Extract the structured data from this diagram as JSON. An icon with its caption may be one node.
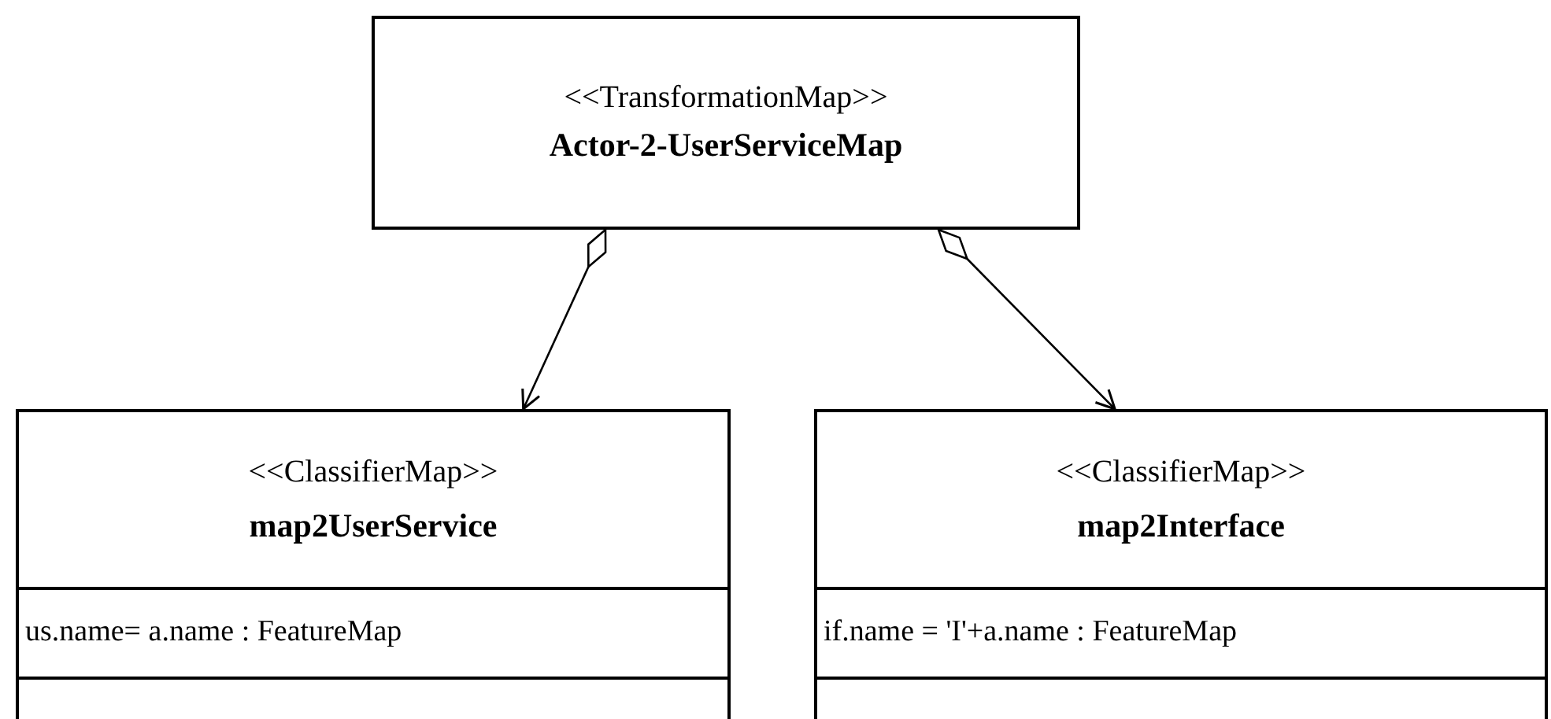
{
  "diagram": {
    "nodes": [
      {
        "text": [
          "<<TransformationMap>>",
          "Actor-2-UserServiceMap"
        ]
      },
      {
        "text": [
          "<<ClassifierMap>>",
          "map2UserService",
          "us.name= a.name : FeatureMap"
        ]
      },
      {
        "text": [
          "<<ClassifierMap>>",
          "map2Interface",
          "if.name = 'I'+a.name : FeatureMap"
        ]
      }
    ],
    "edges": [
      {
        "from": 0,
        "to": 1,
        "arrow": "to"
      },
      {
        "from": 0,
        "to": 2,
        "arrow": "to"
      }
    ]
  }
}
